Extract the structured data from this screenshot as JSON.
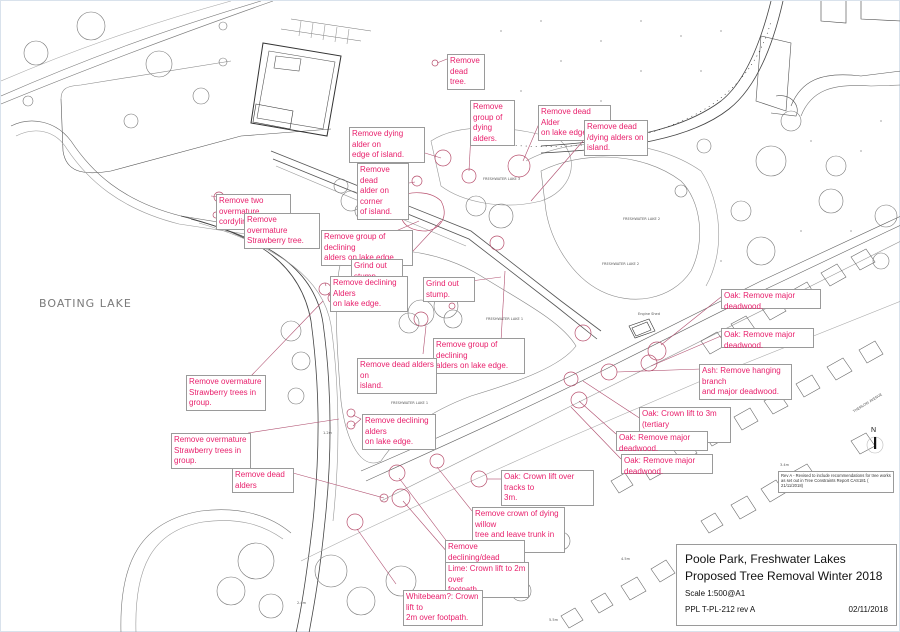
{
  "drawing": {
    "place_labels": {
      "boating_lake": "BOATING LAKE",
      "freshwater_lake_1a": "FRESHWATER LAKE 1",
      "freshwater_lake_1b": "FRESHWATER LAKE 1",
      "freshwater_lake_2a": "FRESHWATER LAKE 2",
      "freshwater_lake_2b": "FRESHWATER LAKE 2",
      "freshwater_lake_3": "FRESHWATER LAKE 3",
      "engine_shed": "Engine Shed",
      "road": "THEMLOW AVENUE"
    },
    "colors": {
      "annotation": "#e8206c",
      "leader_line": "#b05070",
      "linework": "#6a6a6a",
      "box_border": "#9a9a9a"
    },
    "annotations": [
      {
        "id": "n1",
        "text": "Remove\ndead tree."
      },
      {
        "id": "n2",
        "text": "Remove\ngroup of dying\nalders."
      },
      {
        "id": "n3",
        "text": "Remove dead Alder\non lake edge."
      },
      {
        "id": "n4",
        "text": "Remove dead\n/dying alders on\nisland."
      },
      {
        "id": "n5",
        "text": "Remove dying alder on\nedge of island."
      },
      {
        "id": "n6",
        "text": "Remove dead\nalder on corner\nof  island."
      },
      {
        "id": "n7",
        "text": "Remove two overmature\ncordylines."
      },
      {
        "id": "n8",
        "text": "Remove  overmature\nStrawberry tree."
      },
      {
        "id": "n9",
        "text": "Remove group of declining\nalders on lake edge."
      },
      {
        "id": "n10",
        "text": "Grind out stump."
      },
      {
        "id": "n11",
        "text": "Grind out stump."
      },
      {
        "id": "n12",
        "text": "Remove declining Alders\non lake edge."
      },
      {
        "id": "n13",
        "text": "Remove group of declining\nalders on lake edge."
      },
      {
        "id": "n14",
        "text": "Remove dead alders on\nisland."
      },
      {
        "id": "n15",
        "text": "Remove overmature\nStrawberry trees in group."
      },
      {
        "id": "n16",
        "text": "Remove declining alders\non lake edge."
      },
      {
        "id": "n17",
        "text": "Remove overmature\nStrawberry trees in group."
      },
      {
        "id": "n18",
        "text": "Remove dead alders"
      },
      {
        "id": "n19",
        "text": "Oak: Remove major deadwood."
      },
      {
        "id": "n20",
        "text": "Oak: Remove major deadwood."
      },
      {
        "id": "n21",
        "text": "Ash: Remove hanging branch\nand major deadwood."
      },
      {
        "id": "n22",
        "text": "Oak: Crown lift to 3m (tertiary\nbranches only)"
      },
      {
        "id": "n23",
        "text": "Oak: Remove major deadwood."
      },
      {
        "id": "n24",
        "text": "Oak: Remove major deadwood."
      },
      {
        "id": "n25",
        "text": "Oak: Crown lift over tracks to\n3m."
      },
      {
        "id": "n26",
        "text": "Remove crown of  dying willow\ntree and leave trunk in situ."
      },
      {
        "id": "n27",
        "text": "Remove declining/dead\ngroup of alders."
      },
      {
        "id": "n28",
        "text": "Lime: Crown lift to 2m over\nfootpath."
      },
      {
        "id": "n29",
        "text": "Whitebeam?: Crown lift to\n2m over footpath."
      }
    ],
    "spot_levels": {
      "a": "1.2m",
      "b": "1.2m",
      "c": "2.4m",
      "d": "4.5m",
      "e": "5.5m",
      "f": "3.4m"
    }
  },
  "north_arrow": {
    "label": "N"
  },
  "revision_note": "Rev A - Revised to include recommendations for tree works as set out in Tree Constraints Report CAS181 ( 21/11/2018)",
  "title_block": {
    "line1": "Poole Park, Freshwater Lakes",
    "line2": "Proposed Tree Removal Winter 2018",
    "scale": "Scale 1:500@A1",
    "drawing_number": "PPL T-PL-212 rev A",
    "date": "02/11/2018"
  }
}
